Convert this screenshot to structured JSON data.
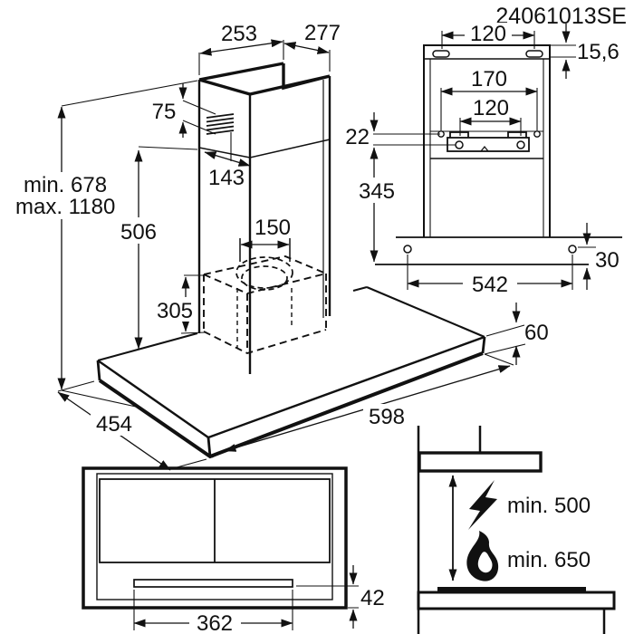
{
  "drawing": {
    "doc_number": "24061013SE",
    "subject": "cooker-hood installation dimensions",
    "unit": "mm",
    "ink_color": "#111111",
    "background_color": "#ffffff"
  },
  "iso_view": {
    "dims": {
      "chimney_top_depth": "253",
      "chimney_top_width": "277",
      "vent_grille_height": "75",
      "vent_offset": "143",
      "height_min": "min. 678",
      "height_max": "max. 1180",
      "lower_chimney_height": "506",
      "duct_diameter": "150",
      "recirculation_box_height": "305",
      "canopy_depth": "454",
      "canopy_width": "598",
      "canopy_thickness": "60"
    }
  },
  "rear_view": {
    "dims": {
      "top_slot_spacing": "120",
      "top_flange_height": "15,6",
      "bracket_outer_hole_spacing": "170",
      "bracket_inner_hole_spacing": "120",
      "hole_to_bracket_offset": "22",
      "bracket_to_canopy": "345",
      "canopy_hole_offset": "30",
      "canopy_hole_spacing": "542"
    }
  },
  "bottom_view": {
    "dims": {
      "handle_width": "362",
      "handle_offset": "42"
    }
  },
  "clearance_view": {
    "electric_hob_clearance": "min. 500",
    "gas_hob_clearance": "min. 650"
  }
}
